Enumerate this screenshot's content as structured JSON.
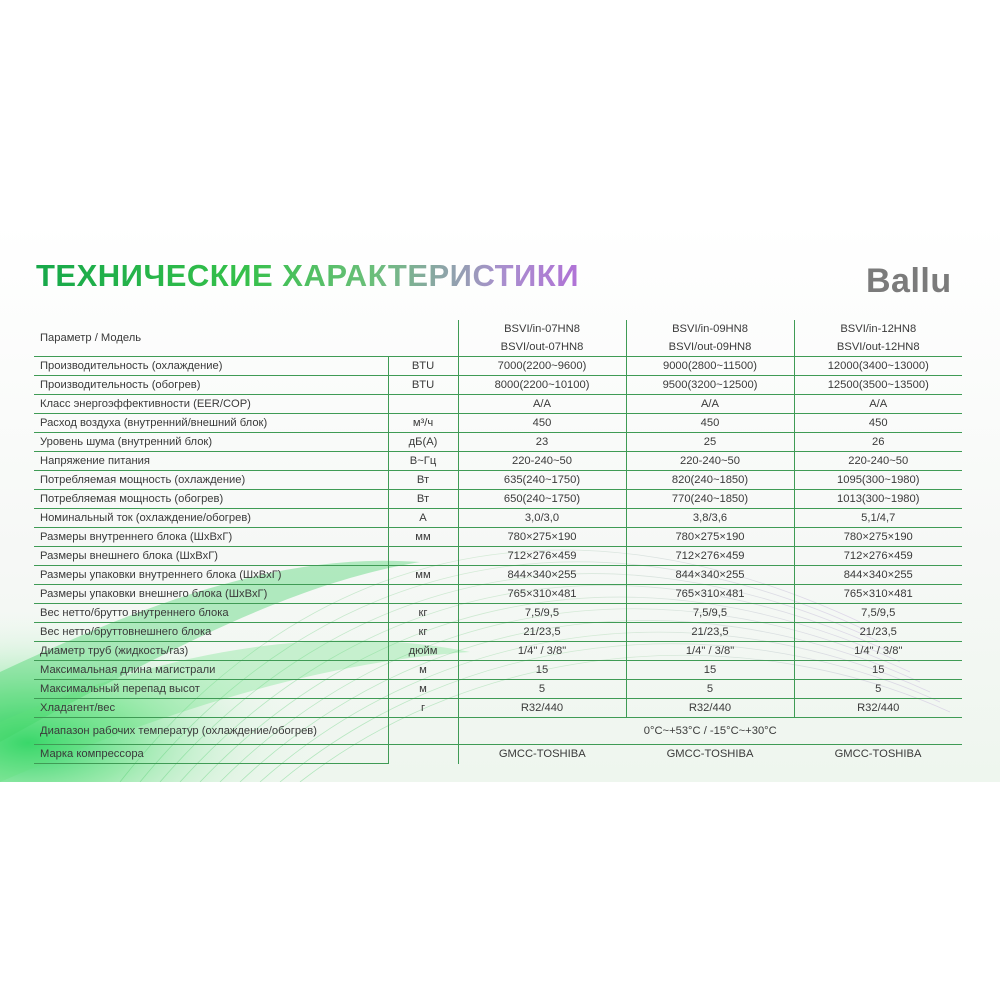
{
  "title": "ТЕХНИЧЕСКИЕ ХАРАКТЕРИСТИКИ",
  "logo": "Ballu",
  "colors": {
    "rule": "#3f9b55",
    "title_start": "#17a84a",
    "title_end": "#b072d6",
    "logo": "#7b7b7b"
  },
  "table": {
    "param_header": "Параметр / Модель",
    "models": [
      {
        "indoor": "BSVI/in-07HN8",
        "outdoor": "BSVI/out-07HN8"
      },
      {
        "indoor": "BSVI/in-09HN8",
        "outdoor": "BSVI/out-09HN8"
      },
      {
        "indoor": "BSVI/in-12HN8",
        "outdoor": "BSVI/out-12HN8"
      }
    ],
    "rows": [
      {
        "param": "Производительность (охлаждение)",
        "unit": "BTU",
        "values": [
          "7000(2200~9600)",
          "9000(2800~11500)",
          "12000(3400~13000)"
        ]
      },
      {
        "param": "Производительность (обогрев)",
        "unit": "BTU",
        "values": [
          "8000(2200~10100)",
          "9500(3200~12500)",
          "12500(3500~13500)"
        ]
      },
      {
        "param": "Класс энергоэффективности (EER/COP)",
        "unit": "",
        "values": [
          "A/A",
          "A/A",
          "A/A"
        ]
      },
      {
        "param": "Расход воздуха (внутренний/внешний блок)",
        "unit": "м³/ч",
        "values": [
          "450",
          "450",
          "450"
        ]
      },
      {
        "param": "Уровень шума (внутренний блок)",
        "unit": "дБ(А)",
        "values": [
          "23",
          "25",
          "26"
        ]
      },
      {
        "param": "Напряжение питания",
        "unit": "В~Гц",
        "values": [
          "220-240~50",
          "220-240~50",
          "220-240~50"
        ]
      },
      {
        "param": "Потребляемая мощность (охлаждение)",
        "unit": "Вт",
        "values": [
          "635(240~1750)",
          "820(240~1850)",
          "1095(300~1980)"
        ]
      },
      {
        "param": "Потребляемая мощность (обогрев)",
        "unit": "Вт",
        "values": [
          "650(240~1750)",
          "770(240~1850)",
          "1013(300~1980)"
        ]
      },
      {
        "param": "Номинальный ток (охлаждение/обогрев)",
        "unit": "А",
        "values": [
          "3,0/3,0",
          "3,8/3,6",
          "5,1/4,7"
        ]
      },
      {
        "param": "Размеры внутреннего блока (ШхВхГ)",
        "unit": "мм",
        "values": [
          "780×275×190",
          "780×275×190",
          "780×275×190"
        ]
      },
      {
        "param": "Размеры внешнего блока (ШхВхГ)",
        "unit": "",
        "values": [
          "712×276×459",
          "712×276×459",
          "712×276×459"
        ]
      },
      {
        "param": "Размеры упаковки внутреннего блока (ШхВхГ)",
        "unit": "мм",
        "values": [
          "844×340×255",
          "844×340×255",
          "844×340×255"
        ]
      },
      {
        "param": "Размеры упаковки внешнего блока (ШхВхГ)",
        "unit": "",
        "values": [
          "765×310×481",
          "765×310×481",
          "765×310×481"
        ]
      },
      {
        "param": "Вес нетто/брутто внутреннего блока",
        "unit": "кг",
        "values": [
          "7,5/9,5",
          "7,5/9,5",
          "7,5/9,5"
        ]
      },
      {
        "param": "Вес нетто/бруттовнешнего блока",
        "unit": "кг",
        "values": [
          "21/23,5",
          "21/23,5",
          "21/23,5"
        ]
      },
      {
        "param": "Диаметр труб (жидкость/газ)",
        "unit": "дюйм",
        "values": [
          "1/4\" / 3/8\"",
          "1/4\" / 3/8\"",
          "1/4\" / 3/8\""
        ]
      },
      {
        "param": "Максимальная длина магистрали",
        "unit": "м",
        "values": [
          "15",
          "15",
          "15"
        ]
      },
      {
        "param": "Максимальный перепад высот",
        "unit": "м",
        "values": [
          "5",
          "5",
          "5"
        ]
      },
      {
        "param": "Хладагент/вес",
        "unit": "г",
        "values": [
          "R32/440",
          "R32/440",
          "R32/440"
        ]
      }
    ],
    "range_row": {
      "param": "Диапазон рабочих температур (охлаждение/обогрев)",
      "value": "0°C~+53°C / -15°C~+30°C"
    },
    "compressor_row": {
      "param": "Марка компрессора",
      "values": [
        "GMCC-TOSHIBA",
        "GMCC-TOSHIBA",
        "GMCC-TOSHIBA"
      ]
    }
  }
}
